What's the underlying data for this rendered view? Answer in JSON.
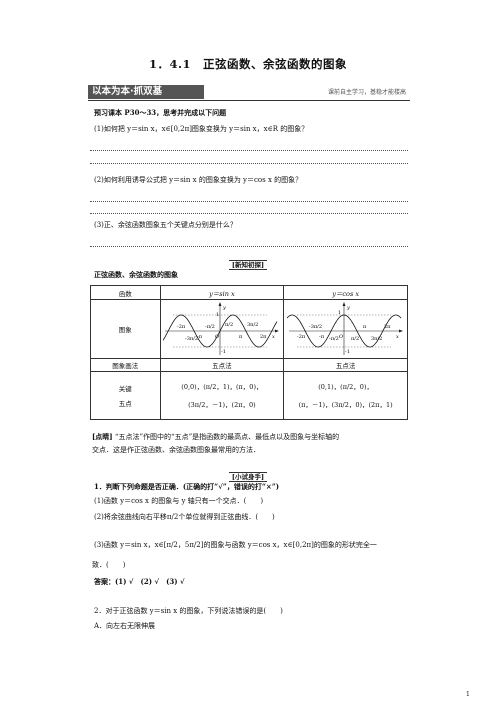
{
  "title": "1．4.1　正弦函数、余弦函数的图象",
  "banner": {
    "left": "以本为本·抓双基",
    "right": "课前自主学习，基稳才能楼高"
  },
  "preview": {
    "heading": "预习课本 P30～33，思考并完成以下问题",
    "q1": "(1)如何把 y＝sin x，x∈[0,2π]图象变换为 y＝sin x，x∈R 的图象？",
    "q2": "(2)如何利用诱导公式把 y＝sin x 的图象变换为 y＝cos x 的图象？",
    "q3": "(3)正、余弦函数图象五个关键点分别是什么？"
  },
  "section_new": "[新知初探]",
  "section_title": "正弦函数、余弦函数的图象",
  "table": {
    "col_label": "函数",
    "col_sin": "y＝sin x",
    "col_cos": "y＝cos x",
    "row_graph": "图象",
    "row_method": "图象画法",
    "method_sin": "五点法",
    "method_cos": "五点法",
    "row_points_1": "关键",
    "row_points_2": "五点",
    "sin_points_1": "(0,0)，(π/2，1)，(π，0)，",
    "sin_points_2": "(3π/2，－1)，(2π，0)",
    "cos_points_1": "(0,1)，(π/2，0)，",
    "cos_points_2": "(π，－1)，(3π/2，0)，(2π，1)"
  },
  "graph_labels": {
    "neg2pi": "-2π",
    "neg3pi2": "-3π/2",
    "negpi": "-π",
    "negpi2": "-π/2",
    "o": "O",
    "pi2": "π/2",
    "pi": "π",
    "threepi2": "3π/2",
    "twopi": "2π",
    "x": "x",
    "y": "y",
    "one": "1",
    "negone": "-1"
  },
  "note": {
    "tag": "[点睛]",
    "line1": "“五点法”作图中的“五点”是指函数的最高点、最低点以及图象与坐标轴的",
    "line2": "交点．这是作正弦函数、余弦函数图象最常用的方法．"
  },
  "section_small": "[小试身手]",
  "q_judge": "1．判断下列命题是否正确．(正确的打“√”，错误的打“×”)",
  "judge_1": "(1)函数 y＝cos x 的图象与 y 轴只有一个交点．(　　)",
  "judge_2": "(2)将余弦曲线向右平移π/2个单位就得到正弦曲线．(　　)",
  "judge_3a": "(3)函数 y＝sin x，x∈[π/2，5π/2]的图象与函数 y＝cos x，x∈[0,2π]的图象的形状完全一",
  "judge_3b": "致．(　　)",
  "answer": "答案：(1) √　(2) √　(3) √",
  "q2": "2．对于正弦函数 y＝sin x 的图象，下列说法错误的是(　　)",
  "q2_a": "A．向左右无限伸展",
  "page_number": "1"
}
